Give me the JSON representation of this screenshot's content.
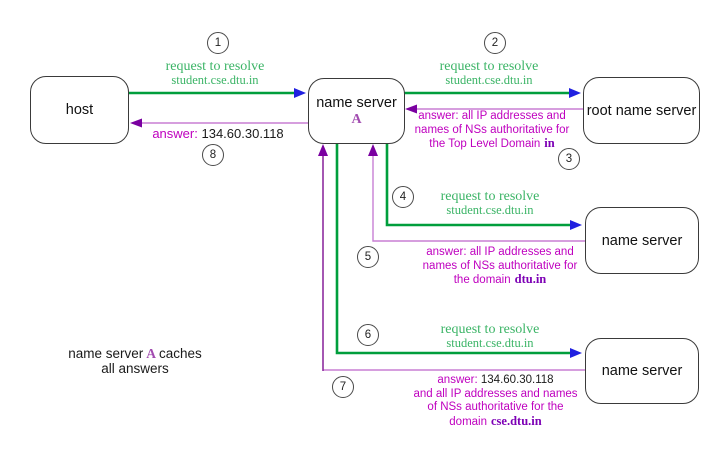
{
  "nodes": {
    "host": {
      "label": "host"
    },
    "nsa": {
      "label": "name server",
      "sublabel": "A"
    },
    "root": {
      "label": "root name server"
    },
    "ns_tld": {
      "label": "name server"
    },
    "ns_domain": {
      "label": "name server"
    }
  },
  "steps": {
    "s1": {
      "num": "1",
      "l1": "request to resolve",
      "l2": "student.cse.dtu.in"
    },
    "s2": {
      "num": "2",
      "l1": "request to resolve",
      "l2": "student.cse.dtu.in"
    },
    "s3": {
      "num": "3",
      "l1": "answer: all IP addresses and",
      "l2": "names of NSs authoritative for",
      "l3": "the Top Level Domain",
      "domain": "in"
    },
    "s4": {
      "num": "4",
      "l1": "request to resolve",
      "l2": "student.cse.dtu.in"
    },
    "s5": {
      "num": "5",
      "l1": "answer: all IP addresses and",
      "l2": "names of NSs authoritative for",
      "l3": "the domain",
      "domain": "dtu.in"
    },
    "s6": {
      "num": "6",
      "l1": "request to resolve",
      "l2": "student.cse.dtu.in"
    },
    "s7": {
      "num": "7",
      "l1a": "answer:",
      "l1b": "134.60.30.118",
      "l2": "and all IP addresses and names",
      "l3": "of NSs authoritative for the",
      "l4": "domain",
      "domain": "cse.dtu.in"
    },
    "s8": {
      "num": "8",
      "l1a": "answer:",
      "l1b": "134.60.30.118"
    }
  },
  "caption": {
    "p1": "name server",
    "a": "A",
    "p2": "caches",
    "line2": "all answers"
  },
  "colors": {
    "request_line_green": "#009e3c",
    "request_text_green": "#3bb466",
    "answer_line_purple": "#c87fd4",
    "answer_line_dark_purple": "#8e2d9e",
    "answer_text_magenta": "#bf00bf",
    "domain_text_purple": "#7d00b5",
    "node_a_purple": "#a24cb0",
    "arrowhead_blue": "#2020e0",
    "arrowhead_purple": "#7a00a0",
    "ip_text_black": "#1a1a1a"
  }
}
